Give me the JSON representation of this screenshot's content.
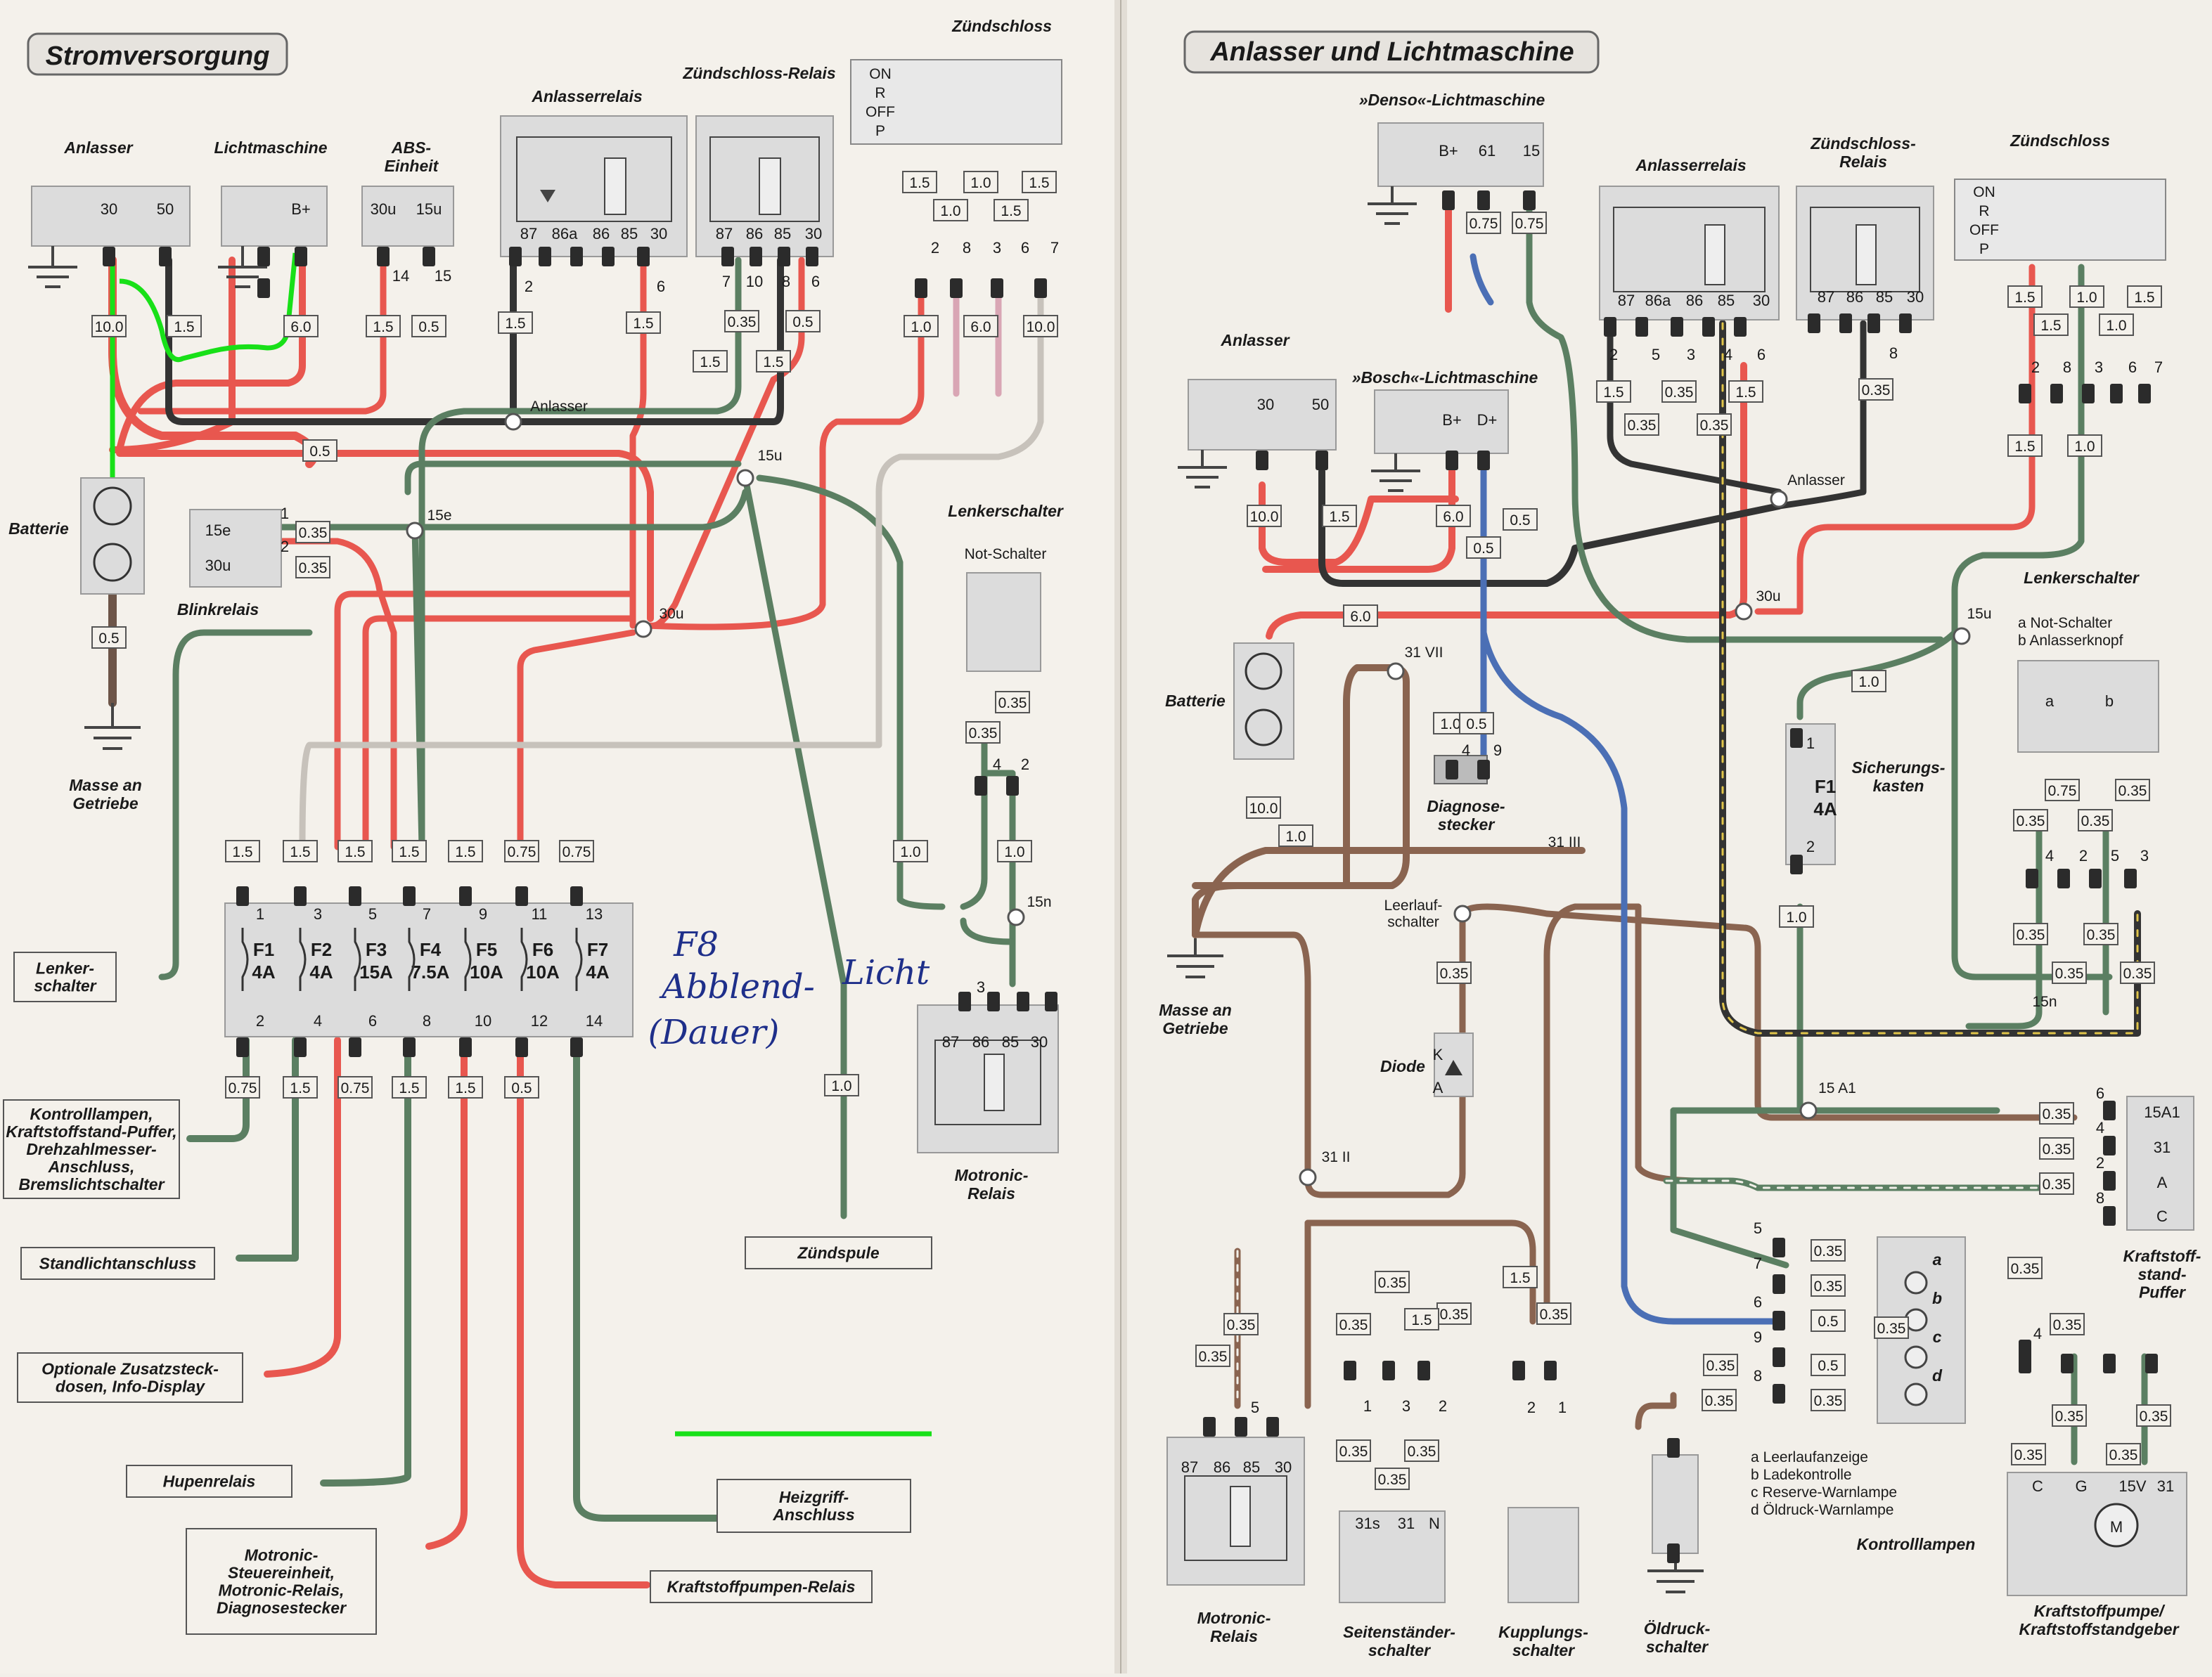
{
  "meta": {
    "colors": {
      "paper": "#f2efe9",
      "box": "#dcdcdc",
      "red": "#e8574f",
      "black": "#333333",
      "green": "#5b7f62",
      "brown": "#8a6450",
      "blue": "#4b6fb5",
      "grey": "#c7c2bb",
      "pink": "#d9a6b4",
      "highlight": "#18e018",
      "ink": "#1e2f8a"
    }
  },
  "left": {
    "title": "Stromversorgung",
    "components": [
      {
        "name": "Anlasser",
        "pins": [
          "30",
          "50"
        ]
      },
      {
        "name": "Lichtmaschine",
        "pins": [
          "B+"
        ]
      },
      {
        "name": "ABS-\nEinheit",
        "pins": [
          "30u",
          "15u"
        ],
        "wires": [
          "14",
          "15"
        ]
      },
      {
        "name": "Anlasserrelais",
        "pins": [
          "87",
          "86a",
          "86",
          "85",
          "30"
        ],
        "wires": [
          "2",
          "6"
        ]
      },
      {
        "name": "Zündschloss-Relais",
        "pins": [
          "87",
          "86",
          "85",
          "30"
        ],
        "wires": [
          "7",
          "10",
          "8",
          "6"
        ]
      },
      {
        "name": "Zündschloss",
        "positions": [
          "ON",
          "R",
          "OFF",
          "P"
        ],
        "wires": [
          "2",
          "8",
          "3",
          "6",
          "7"
        ]
      },
      {
        "name": "Batterie"
      },
      {
        "name": "Masse an\nGetriebe"
      },
      {
        "name": "Blinkrelais",
        "pins": [
          "15e",
          "30u"
        ],
        "wires": [
          "1",
          "2"
        ]
      },
      {
        "name": "Lenkerschalter"
      },
      {
        "name": "Not-Schalter",
        "wires": [
          "4",
          "2"
        ]
      },
      {
        "name": "Motronic-\nRelais",
        "pins": [
          "87",
          "86",
          "85",
          "30"
        ],
        "wires": [
          "3"
        ]
      }
    ],
    "junctions": [
      "Anlasser",
      "15u",
      "15e",
      "30u",
      "15n"
    ],
    "cross_sections": [
      "10.0",
      "1.5",
      "6.0",
      "1.5",
      "0.5",
      "1.5",
      "1.5",
      "0.35",
      "1.5",
      "1.5",
      "0.5",
      "1.5",
      "1.0",
      "1.0",
      "1.5",
      "1.5",
      "1.0",
      "6.0",
      "10.0",
      "0.5",
      "0.5",
      "0.35",
      "0.35",
      "0.35",
      "0.35",
      "1.0",
      "1.0",
      "1.5",
      "1.5",
      "1.5",
      "1.5",
      "1.5",
      "0.75",
      "0.75",
      "0.75",
      "1.5",
      "0.75",
      "1.5",
      "1.5",
      "0.5",
      "1.0"
    ],
    "fuses": [
      {
        "id": "F1",
        "rating": "4A",
        "pins": [
          "1",
          "2"
        ]
      },
      {
        "id": "F2",
        "rating": "4A",
        "pins": [
          "3",
          "4"
        ]
      },
      {
        "id": "F3",
        "rating": "15A",
        "pins": [
          "5",
          "6"
        ]
      },
      {
        "id": "F4",
        "rating": "7.5A",
        "pins": [
          "7",
          "8"
        ]
      },
      {
        "id": "F5",
        "rating": "10A",
        "pins": [
          "9",
          "10"
        ]
      },
      {
        "id": "F6",
        "rating": "10A",
        "pins": [
          "11",
          "12"
        ]
      },
      {
        "id": "F7",
        "rating": "4A",
        "pins": [
          "13",
          "14"
        ]
      }
    ],
    "outputs": [
      "Lenker-\nschalter",
      "Kontrolllampen,\nKraftstoffstand-Puffer,\nDrehzahlmesser-\nAnschluss,\nBremslichtschalter",
      "Standlichtanschluss",
      "Optionale Zusatzsteck-\ndosen, Info-Display",
      "Hupenrelais",
      "Motronic-\nSteuereinheit,\nMotronic-Relais,\nDiagnosestecker",
      "Kraftstoffpumpen-Relais",
      "Heizgriff-\nAnschluss",
      "Zündspule"
    ],
    "handwriting": [
      "F8",
      "Abblend-",
      "Licht",
      "(Dauer)"
    ]
  },
  "right": {
    "title": "Anlasser und Lichtmaschine",
    "components": [
      {
        "name": "»Denso«-Lichtmaschine",
        "pins": [
          "B+",
          "61",
          "15"
        ]
      },
      {
        "name": "»Bosch«-Lichtmaschine",
        "pins": [
          "B+",
          "D+"
        ]
      },
      {
        "name": "Anlasser",
        "pins": [
          "30",
          "50"
        ]
      },
      {
        "name": "Anlasserrelais",
        "pins": [
          "87",
          "86a",
          "86",
          "85",
          "30"
        ],
        "wires": [
          "2",
          "5",
          "3",
          "4",
          "6"
        ]
      },
      {
        "name": "Zündschloss-\nRelais",
        "pins": [
          "87",
          "86",
          "85",
          "30"
        ],
        "wires": [
          "8"
        ]
      },
      {
        "name": "Zündschloss",
        "positions": [
          "ON",
          "R",
          "OFF",
          "P"
        ],
        "wires": [
          "2",
          "8",
          "3",
          "6",
          "7"
        ]
      },
      {
        "name": "Batterie"
      },
      {
        "name": "Masse an\nGetriebe"
      },
      {
        "name": "Diagnose-\nstecker",
        "wires": [
          "4",
          "9"
        ]
      },
      {
        "name": "Leerlauf-\nschalter"
      },
      {
        "name": "Diode",
        "pins": [
          "K",
          "A"
        ]
      },
      {
        "name": "Sicherungs-\nkasten",
        "fuse": {
          "id": "F1",
          "rating": "4A",
          "pins": [
            "1",
            "2"
          ]
        }
      },
      {
        "name": "Lenkerschalter",
        "legend": [
          "a  Not-Schalter",
          "b  Anlasserknopf"
        ],
        "wires": [
          "4",
          "2",
          "5",
          "3"
        ]
      },
      {
        "name": "Kraftstoff-\nstand-\nPuffer",
        "pins": [
          "15A1",
          "31",
          "A",
          "C"
        ],
        "wires": [
          "6",
          "4",
          "2",
          "8"
        ]
      },
      {
        "name": "Motronic-\nRelais",
        "pins": [
          "87",
          "86",
          "85",
          "30"
        ],
        "wires": [
          "5"
        ]
      },
      {
        "name": "Seitenständer-\nschalter",
        "pins": [
          "31s",
          "31",
          "N"
        ],
        "wires": [
          "1",
          "3",
          "2"
        ]
      },
      {
        "name": "Kupplungs-\nschalter",
        "wires": [
          "2",
          "1"
        ]
      },
      {
        "name": "Öldruck-\nschalter"
      },
      {
        "name": "Kontrolllampen",
        "wires": [
          "5",
          "7",
          "6",
          "9",
          "8"
        ],
        "lamps": [
          "a",
          "b",
          "c",
          "d"
        ]
      },
      {
        "name": "Kraftstoffpumpe/\nKraftstoffstandgeber",
        "pins": [
          "C",
          "G",
          "15V",
          "31"
        ],
        "motor": "M",
        "wires": [
          "4"
        ]
      }
    ],
    "junctions": [
      "Anlasser",
      "30u",
      "15u",
      "31 VII",
      "31 III",
      "31 II",
      "15 A1",
      "15n"
    ],
    "lamp_legend": [
      "a   Leerlaufanzeige",
      "b   Ladekontrolle",
      "c   Reserve-Warnlampe",
      "d   Öldruck-Warnlampe"
    ],
    "cross_sections": [
      "0.75",
      "0.75",
      "1.5",
      "0.35",
      "0.35",
      "0.35",
      "1.5",
      "0.35",
      "1.5",
      "1.5",
      "1.0",
      "1.0",
      "1.5",
      "1.5",
      "1.0",
      "10.0",
      "1.5",
      "6.0",
      "0.5",
      "0.5",
      "6.0",
      "1.0",
      "0.5",
      "10.0",
      "1.0",
      "0.35",
      "1.0",
      "1.0",
      "0.35",
      "0.75",
      "0.35",
      "0.35",
      "0.35",
      "0.35",
      "0.35",
      "0.35",
      "0.35",
      "0.35",
      "0.35",
      "0.35",
      "0.35",
      "0.35",
      "0.5",
      "0.35",
      "0.5",
      "0.35",
      "0.35",
      "0.35",
      "0.35",
      "0.35",
      "0.35",
      "0.35",
      "1.5",
      "1.5",
      "0.35",
      "0.35",
      "0.35",
      "0.35",
      "0.35",
      "0.35",
      "0.35",
      "0.35",
      "0.35",
      "0.35"
    ]
  }
}
